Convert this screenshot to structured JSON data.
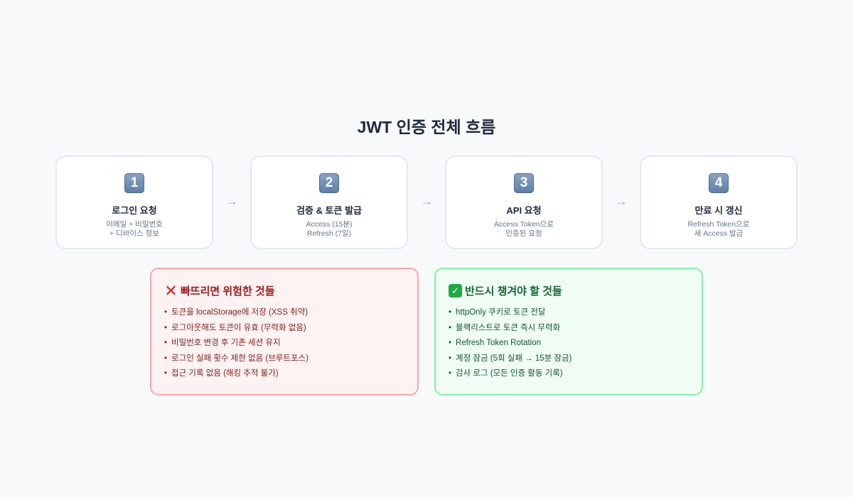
{
  "title": "JWT 인증 전체 흐름",
  "steps": [
    {
      "num": "1",
      "title": "로그인 요청",
      "desc": "이메일 + 비밀번호\n+ 디바이스 정보"
    },
    {
      "num": "2",
      "title": "검증 & 토큰 발급",
      "desc": "Access (15분)\nRefresh (7일)"
    },
    {
      "num": "3",
      "title": "API 요청",
      "desc": "Access Token으로\n인증된 요청"
    },
    {
      "num": "4",
      "title": "만료 시 갱신",
      "desc": "Refresh Token으로\n새 Access 발급"
    }
  ],
  "arrow": "→",
  "bad": {
    "icon": "✕",
    "title": "빠뜨리면 위험한 것들",
    "items": [
      "토큰을 localStorage에 저장 (XSS 취약)",
      "로그아웃해도 토큰이 유효 (무력화 없음)",
      "비밀번호 변경 후 기존 세션 유지",
      "로그인 실패 횟수 제한 없음 (브루트포스)",
      "접근 기록 없음 (해킹 추적 불가)"
    ]
  },
  "good": {
    "icon": "✓",
    "title": "반드시 챙겨야 할 것들",
    "items": [
      "httpOnly 쿠키로 토큰 전달",
      "블랙리스트로 토큰 즉시 무력화",
      "Refresh Token Rotation",
      "계정 잠금 (5회 실패 → 15분 잠금)",
      "감사 로그 (모든 인증 활동 기록)"
    ]
  }
}
